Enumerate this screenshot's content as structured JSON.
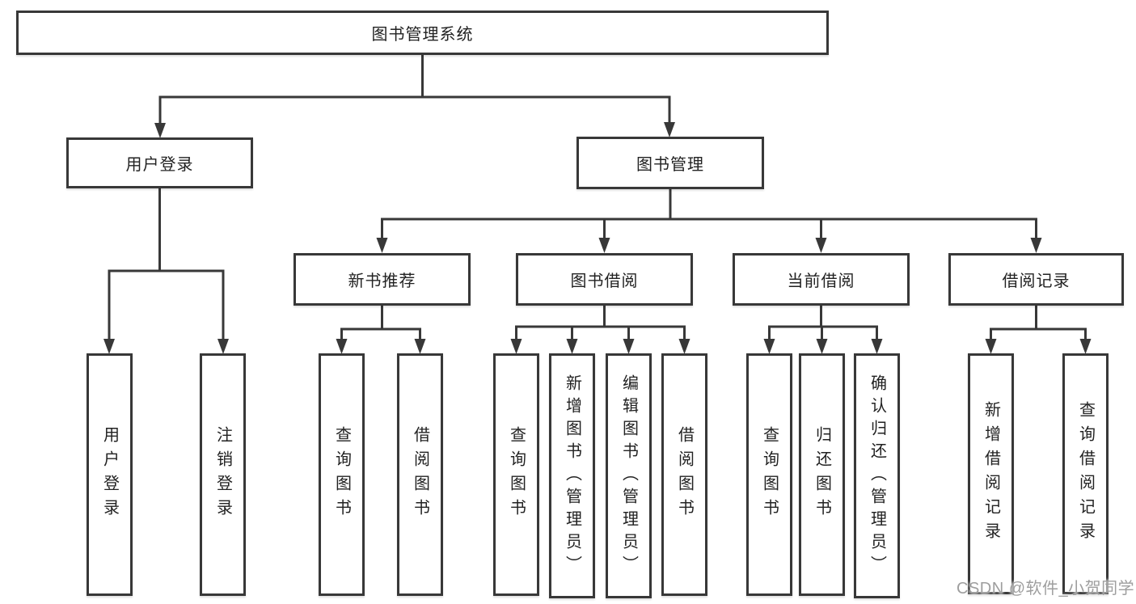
{
  "colors": {
    "background": "#ffffff",
    "line": "#383838",
    "box_border": "#383838",
    "text": "#222222",
    "watermark": "#9e9e9e"
  },
  "watermark": {
    "text": "CSDN @软件_小贺同学"
  },
  "tree": {
    "label": "图书管理系统",
    "children": [
      {
        "label": "用户登录",
        "children": [
          {
            "label": "用户登录"
          },
          {
            "label": "注销登录"
          }
        ]
      },
      {
        "label": "图书管理",
        "children": [
          {
            "label": "新书推荐",
            "children": [
              {
                "label": "查询图书"
              },
              {
                "label": "借阅图书"
              }
            ]
          },
          {
            "label": "图书借阅",
            "children": [
              {
                "label": "查询图书"
              },
              {
                "label": "新增图书（管理员）"
              },
              {
                "label": "编辑图书（管理员）"
              },
              {
                "label": "借阅图书"
              }
            ]
          },
          {
            "label": "当前借阅",
            "children": [
              {
                "label": "查询图书"
              },
              {
                "label": "归还图书"
              },
              {
                "label": "确认归还（管理员）"
              }
            ]
          },
          {
            "label": "借阅记录",
            "children": [
              {
                "label": "新增借阅记录"
              },
              {
                "label": "查询借阅记录"
              }
            ]
          }
        ]
      }
    ]
  }
}
